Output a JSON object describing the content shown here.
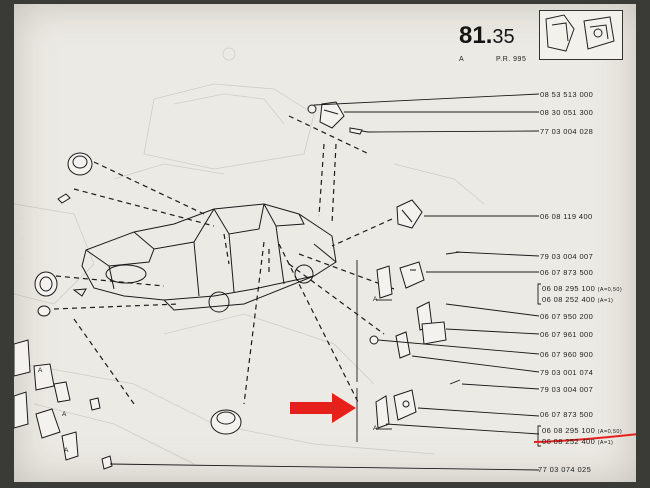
{
  "page": {
    "number_main": "81",
    "number_sub": "35",
    "edition": "A",
    "pr": "P.R. 995"
  },
  "part_numbers": [
    {
      "id": "p1",
      "text": "08 53 513 000"
    },
    {
      "id": "p2",
      "text": "08 30 051 300"
    },
    {
      "id": "p3",
      "text": "77 03 004 028"
    },
    {
      "id": "p4",
      "text": "06 08 119 400"
    },
    {
      "id": "p5",
      "text": "79 03 004 007"
    },
    {
      "id": "p6",
      "text": "06 07 873 500"
    },
    {
      "id": "p7",
      "text": "06 08 295 100",
      "variant": "(A=0,50)"
    },
    {
      "id": "p8",
      "text": "06 08 252 400",
      "variant": "(A=1)"
    },
    {
      "id": "p9",
      "text": "06 07 950 200"
    },
    {
      "id": "p10",
      "text": "06 07 961 000"
    },
    {
      "id": "p11",
      "text": "06 07 960 900"
    },
    {
      "id": "p12",
      "text": "79 03 001 074"
    },
    {
      "id": "p13",
      "text": "79 03 004 007"
    },
    {
      "id": "p14",
      "text": "06 07 873 500"
    },
    {
      "id": "p15",
      "text": "06 08 295 100",
      "variant": "(A=0,50)"
    },
    {
      "id": "p16",
      "text": "06 08 252 400",
      "variant": "(A=1)"
    },
    {
      "id": "p17",
      "text": "77 03 074 025"
    }
  ],
  "annotations": {
    "dimension_label": "A",
    "arrow_color": "#e8201c",
    "underline_color": "#e8201c"
  }
}
